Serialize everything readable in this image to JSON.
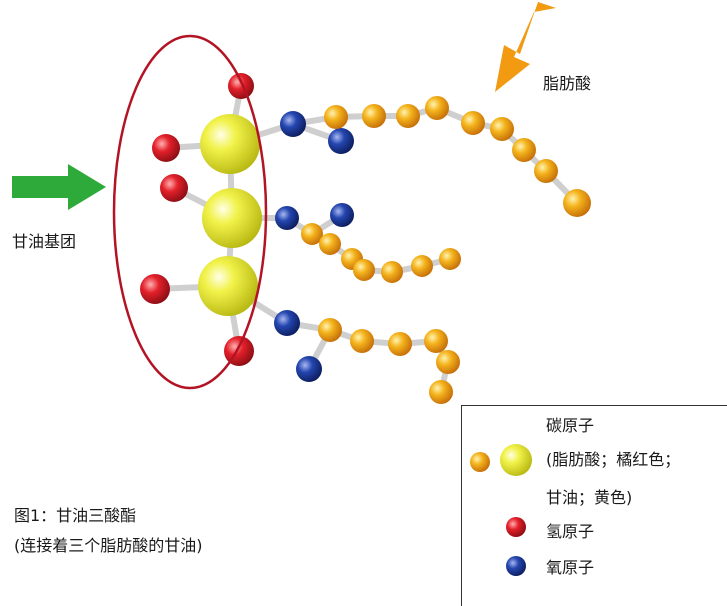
{
  "labels": {
    "glycerol_group": "甘油基团",
    "fatty_acid": "脂肪酸"
  },
  "caption": {
    "line1": "图1：甘油三酸酯",
    "line2": "(连接着三个脂肪酸的甘油)"
  },
  "legend": {
    "carbon_title": "碳原子",
    "carbon_desc_line1": "(脂肪酸；橘红色；",
    "carbon_desc_line2": "甘油；黄色)",
    "hydrogen": "氢原子",
    "oxygen": "氧原子"
  },
  "colors": {
    "green_arrow": "#2eaa3a",
    "orange_arrow": "#f19a12",
    "ellipse": "#b31424",
    "glycerol_carbon": "#dde22a",
    "fatty_carbon": "#f1a51c",
    "red_atom": "#d81e27",
    "blue_atom": "#1d3d9a"
  }
}
